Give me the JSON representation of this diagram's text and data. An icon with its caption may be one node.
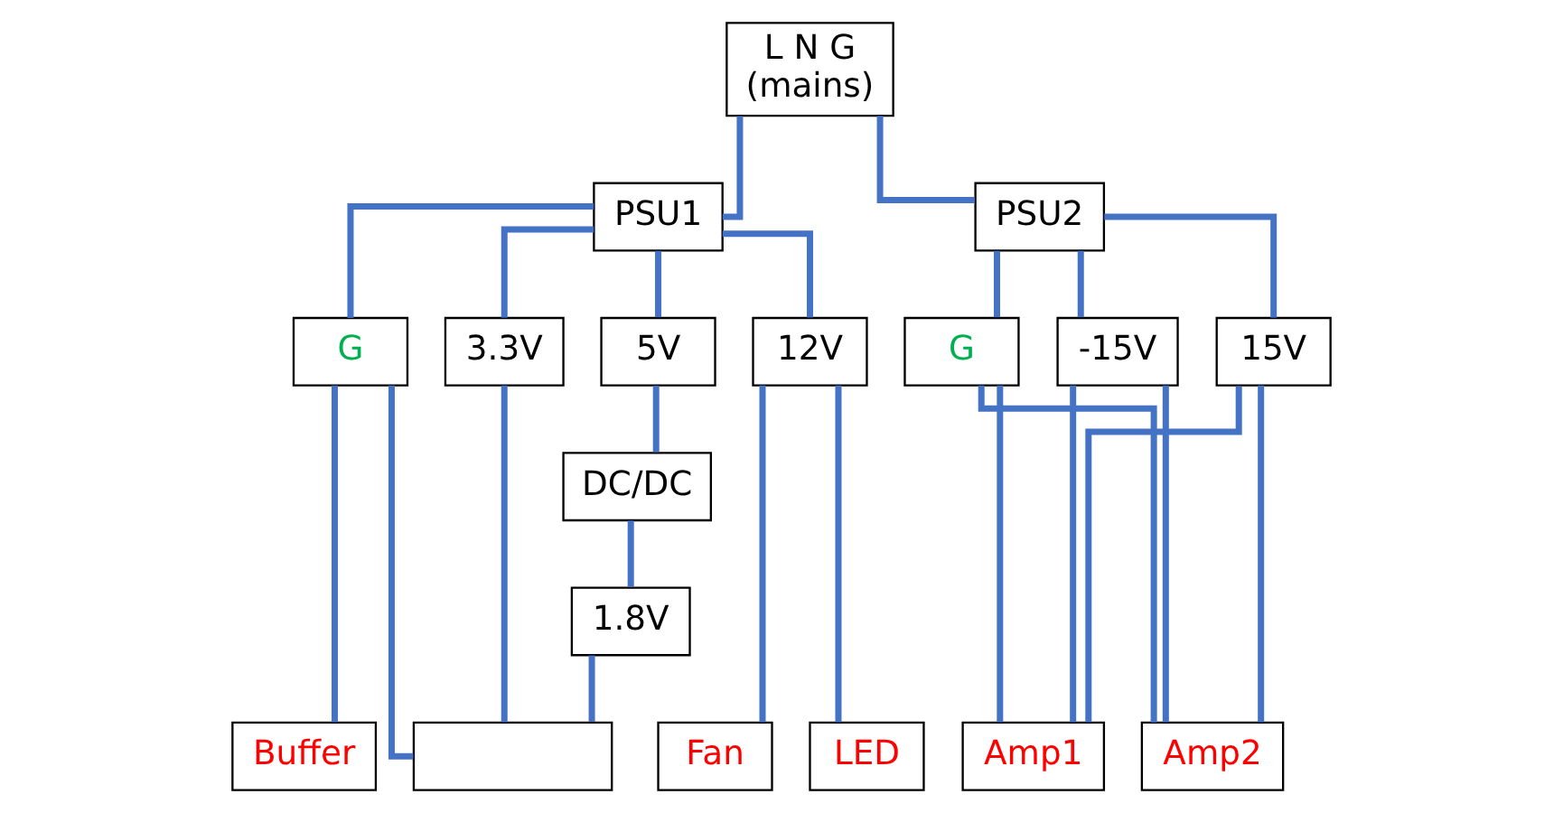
{
  "diagram": {
    "nodes": [
      {
        "text": [
          "L N G",
          "(mains)"
        ]
      },
      {
        "text": [
          "PSU1"
        ]
      },
      {
        "text": [
          "PSU2"
        ]
      },
      {
        "text": [
          "G"
        ]
      },
      {
        "text": [
          "3.3V"
        ]
      },
      {
        "text": [
          "5V"
        ]
      },
      {
        "text": [
          "12V"
        ]
      },
      {
        "text": [
          "G"
        ]
      },
      {
        "text": [
          "-15V"
        ]
      },
      {
        "text": [
          "15V"
        ]
      },
      {
        "text": [
          "DC/DC"
        ]
      },
      {
        "text": [
          "1.8V"
        ]
      },
      {
        "text": [
          "Buffer"
        ]
      },
      {
        "text": [],
        "shape": "box"
      },
      {
        "text": [
          "Fan"
        ]
      },
      {
        "text": [
          "LED"
        ]
      },
      {
        "text": [
          "Amp1"
        ]
      },
      {
        "text": [
          "Amp2"
        ]
      }
    ],
    "edges": [
      {
        "from": 0,
        "to": 1,
        "arrow": "none"
      },
      {
        "from": 0,
        "to": 2,
        "arrow": "none"
      },
      {
        "from": 1,
        "to": 3,
        "arrow": "none"
      },
      {
        "from": 1,
        "to": 4,
        "arrow": "none"
      },
      {
        "from": 1,
        "to": 5,
        "arrow": "none"
      },
      {
        "from": 1,
        "to": 6,
        "arrow": "none"
      },
      {
        "from": 2,
        "to": 7,
        "arrow": "none"
      },
      {
        "from": 2,
        "to": 8,
        "arrow": "none"
      },
      {
        "from": 2,
        "to": 9,
        "arrow": "none"
      },
      {
        "from": 5,
        "to": 10,
        "arrow": "none"
      },
      {
        "from": 10,
        "to": 11,
        "arrow": "none"
      },
      {
        "from": 3,
        "to": 12,
        "arrow": "none"
      },
      {
        "from": 3,
        "to": 13,
        "arrow": "none"
      },
      {
        "from": 4,
        "to": 13,
        "arrow": "none"
      },
      {
        "from": 11,
        "to": 13,
        "arrow": "none"
      },
      {
        "from": 6,
        "to": 14,
        "arrow": "none"
      },
      {
        "from": 6,
        "to": 15,
        "arrow": "none"
      },
      {
        "from": 7,
        "to": 16,
        "arrow": "none"
      },
      {
        "from": 7,
        "to": 17,
        "arrow": "none"
      },
      {
        "from": 8,
        "to": 16,
        "arrow": "none"
      },
      {
        "from": 8,
        "to": 17,
        "arrow": "none"
      },
      {
        "from": 9,
        "to": 16,
        "arrow": "none"
      },
      {
        "from": 9,
        "to": 17,
        "arrow": "none"
      }
    ]
  }
}
